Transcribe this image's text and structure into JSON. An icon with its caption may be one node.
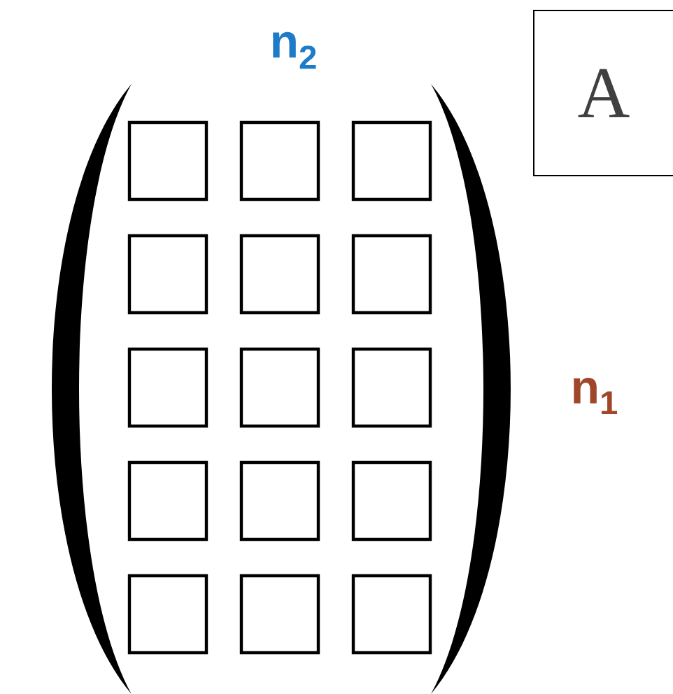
{
  "diagram": {
    "nodes": [
      {
        "text": [
          "A"
        ]
      },
      {
        "text": [],
        "shape": "box"
      },
      {
        "text": [],
        "shape": "box"
      },
      {
        "text": [],
        "shape": "box"
      },
      {
        "text": [],
        "shape": "box"
      },
      {
        "text": [],
        "shape": "box"
      },
      {
        "text": [],
        "shape": "box"
      },
      {
        "text": [],
        "shape": "box"
      },
      {
        "text": [],
        "shape": "box"
      },
      {
        "text": [],
        "shape": "box"
      },
      {
        "text": [],
        "shape": "box"
      },
      {
        "text": [],
        "shape": "box"
      },
      {
        "text": [],
        "shape": "box"
      },
      {
        "text": [],
        "shape": "box"
      },
      {
        "text": [],
        "shape": "box"
      },
      {
        "text": [],
        "shape": "box"
      }
    ],
    "labels": [
      "n$_{2}$",
      "n$_{1}$"
    ]
  }
}
